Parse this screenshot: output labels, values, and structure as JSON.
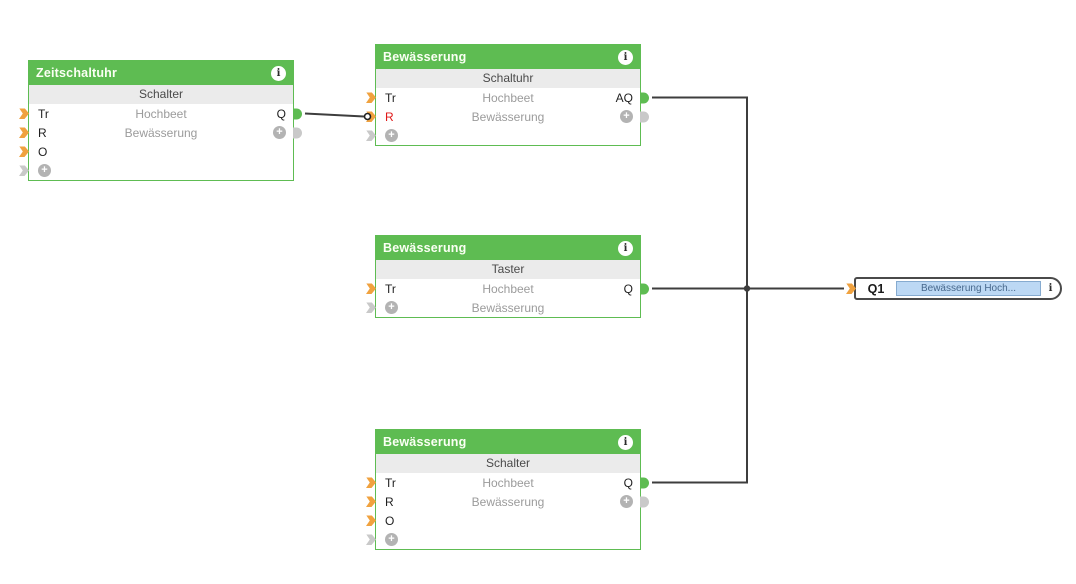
{
  "blocks": [
    {
      "title": "Zeitschaltuhr",
      "subtitle": "Schalter",
      "desc1": "Hochbeet",
      "desc2": "Bewässerung",
      "in1": "Tr",
      "in2": "R",
      "in3": "O",
      "out1": "Q"
    },
    {
      "title": "Bewässerung",
      "subtitle": "Schaltuhr",
      "desc1": "Hochbeet",
      "desc2": "Bewässerung",
      "in1": "Tr",
      "in2": "R",
      "out1": "AQ"
    },
    {
      "title": "Bewässerung",
      "subtitle": "Taster",
      "desc1": "Hochbeet",
      "desc2": "Bewässerung",
      "in1": "Tr",
      "out1": "Q"
    },
    {
      "title": "Bewässerung",
      "subtitle": "Schalter",
      "desc1": "Hochbeet",
      "desc2": "Bewässerung",
      "in1": "Tr",
      "in2": "R",
      "in3": "O",
      "out1": "Q"
    }
  ],
  "output": {
    "port": "Q1",
    "label": "Bewässerung Hoch...",
    "type": "digital-output"
  },
  "icons": {
    "info": "i",
    "plus": "+"
  },
  "colors": {
    "block_green": "#5ebc52",
    "header_text": "#fbfff4",
    "subtitle_bg": "#ebebeb",
    "subtitle_text": "#4a4a4a",
    "desc_text": "#9b9b9b",
    "label_text": "#1f1f1f",
    "connected_input_text": "#e01818",
    "input_connector_orange": "#f0a23f",
    "connector_gray": "#c9c9c9",
    "plus_gray": "#b3b3b3",
    "wire": "#3d3d3d",
    "output_border": "#4a4a4a",
    "output_fill": "#bcd8f4",
    "output_text": "#47688c"
  }
}
